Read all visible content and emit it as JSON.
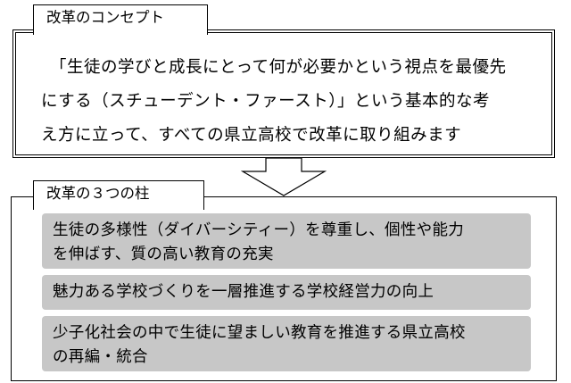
{
  "concept": {
    "title": "改革のコンセプト",
    "lines": [
      "「生徒の学びと成長にとって何が必要かという視点を最優先",
      "にする（スチューデント・ファースト）」という基本的な考",
      "え方に立って、すべての県立高校で改革に取り組みます"
    ]
  },
  "pillars": {
    "title": "改革の３つの柱",
    "items": [
      {
        "lines": [
          "生徒の多様性（ダイバーシティー）を尊重し、個性や能力",
          "を伸ばす、質の高い教育の充実"
        ]
      },
      {
        "lines": [
          "魅力ある学校づくりを一層推進する学校経営力の向上"
        ]
      },
      {
        "lines": [
          "少子化社会の中で生徒に望ましい教育を推進する県立高校",
          "の再編・統合"
        ]
      }
    ]
  }
}
